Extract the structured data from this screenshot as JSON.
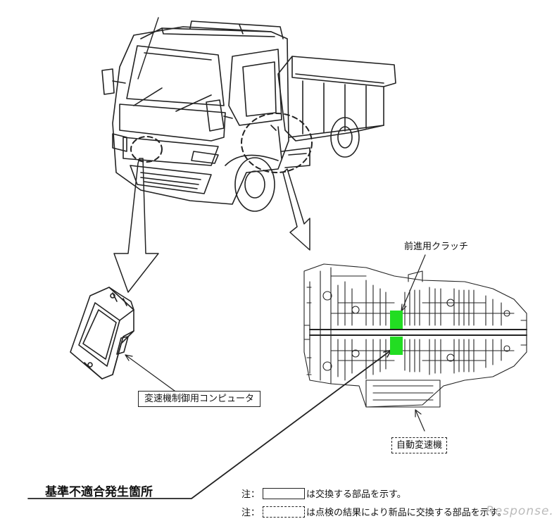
{
  "labels": {
    "forward_clutch": "前進用クラッチ",
    "tcu": "変速機制御用コンピュータ",
    "automatic_transmission": "自動変速機",
    "nonconformity_location": "基準不適合発生箇所"
  },
  "notes": [
    {
      "prefix": "注：",
      "text": "は交換する部品を示す。",
      "box_style": "solid"
    },
    {
      "prefix": "注：",
      "text": "は点検の結果により新品に交換する部品を示す。",
      "box_style": "dashed"
    }
  ],
  "watermark": "Response.",
  "colors": {
    "highlight": "#22dd22",
    "line": "#222222",
    "background": "#ffffff"
  }
}
